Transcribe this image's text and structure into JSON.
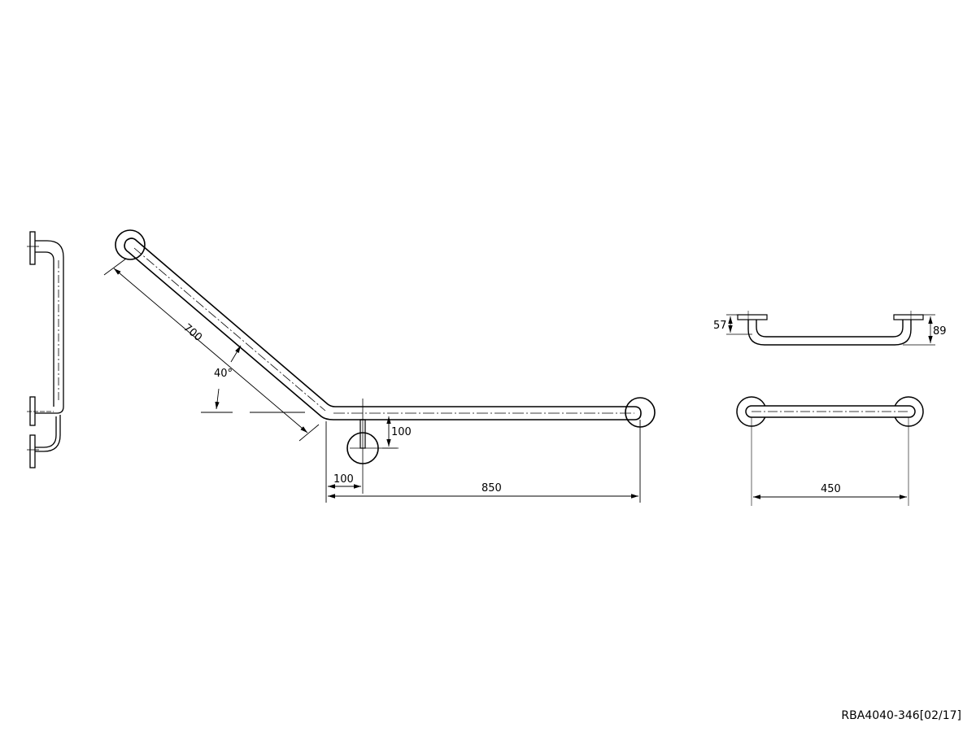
{
  "drawing": {
    "type": "technical-drawing",
    "subject": "grab rail dimensions",
    "colors": {
      "line": "#000000",
      "background": "#ffffff"
    },
    "reference_code": "RBA4040-346[02/17]"
  },
  "angled_rail": {
    "angled_length_label": "700",
    "angle_label": "40°",
    "horizontal_length_label": "850",
    "offset_horizontal_label": "100",
    "offset_vertical_label": "100"
  },
  "straight_rail": {
    "length_label": "450",
    "flange_height_label": "57",
    "projection_label": "89"
  }
}
